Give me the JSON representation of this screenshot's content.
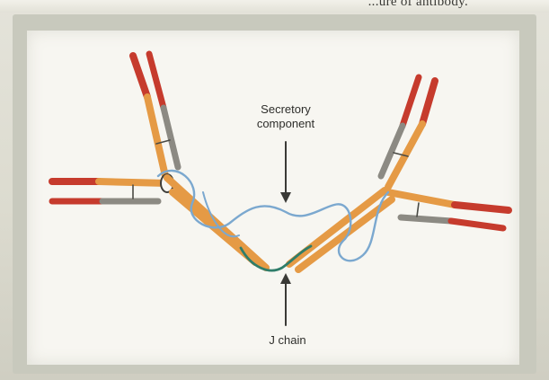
{
  "caption_fragment": "...ure of antibody.",
  "labels": {
    "secretory_line1": "Secretory",
    "secretory_line2": "component",
    "j_chain": "J chain"
  },
  "colors": {
    "heavy_variable": "#c63b2d",
    "heavy_constant": "#e59a45",
    "light_constant": "#8c8a83",
    "hinge": "#9a8a6a",
    "secretory_component": "#7ba8cf",
    "j_chain": "#2f7d6a",
    "arrow": "#3a3a36"
  }
}
